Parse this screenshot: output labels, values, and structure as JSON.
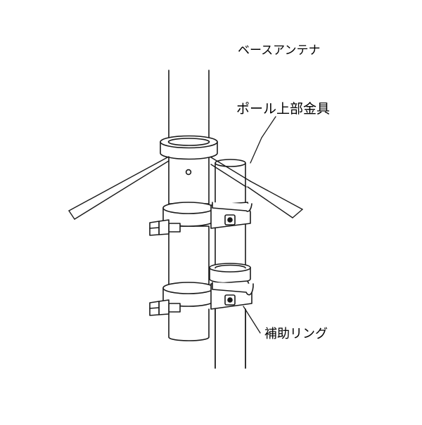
{
  "labels": {
    "base_antenna": "ベースアンテナ",
    "pole_top_bracket": "ポール上部金具",
    "aux_ring": "補助リング"
  },
  "colors": {
    "line": "#1a1a1a",
    "fill": "#ffffff",
    "background": "#ffffff"
  }
}
